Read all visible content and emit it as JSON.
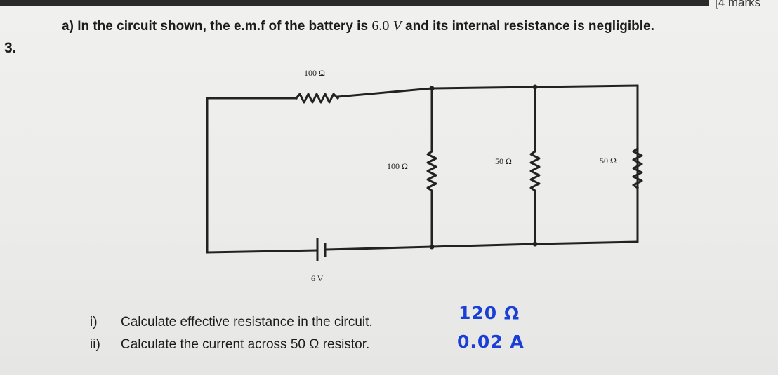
{
  "header": {
    "marks": "[4 marks"
  },
  "question": {
    "number": "3.",
    "part": "a)",
    "text_before": "In the circuit shown, the e.m.f of the battery is ",
    "emf": "6.0",
    "emf_unit": "V",
    "text_after": " and its internal resistance is negligible."
  },
  "circuit": {
    "top_resistor": "100 Ω",
    "branch_resistors": [
      "100 Ω",
      "50 Ω",
      "50 Ω"
    ],
    "battery": "6 V"
  },
  "subquestions": [
    {
      "roman": "i)",
      "text": "Calculate effective resistance in the circuit.",
      "answer": "120 Ω"
    },
    {
      "roman": "ii)",
      "text": "Calculate the current across 50 Ω resistor.",
      "answer": "0.02 A"
    }
  ]
}
